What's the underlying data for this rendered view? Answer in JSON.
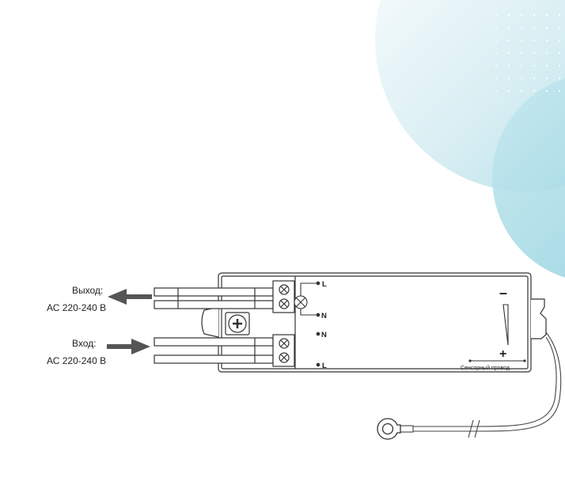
{
  "labels": {
    "output_title": "Выход:",
    "output_voltage": "АС 220-240 В",
    "input_title": "Вход:",
    "input_voltage": "АС 220-240 В",
    "sensor_wire": "Сенсорный провод"
  },
  "terminals": {
    "load_top": "L",
    "load_bottom": "N",
    "supply_top": "N",
    "supply_bottom": "L"
  },
  "signs": {
    "minus": "–",
    "plus": "+"
  },
  "colors": {
    "bg_gradient_start": "#ffffff",
    "bg_gradient_end": "#a9dbe6",
    "line": "#333333",
    "arrow": "#555555"
  }
}
